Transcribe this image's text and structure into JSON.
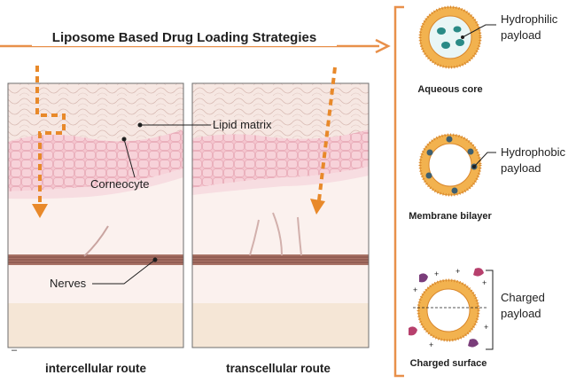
{
  "title": "Liposome Based Drug Loading Strategies",
  "panels": {
    "left_caption": "intercellular route",
    "right_caption": "transcellular route",
    "scale_mark": "–"
  },
  "skin_labels": {
    "lipid_matrix": "Lipid matrix",
    "corneocyte": "Corneocyte",
    "nerves": "Nerves"
  },
  "liposomes": [
    {
      "label": "Aqueous core",
      "payload_line1": "Hydrophilic",
      "payload_line2": "payload"
    },
    {
      "label": "Membrane bilayer",
      "payload_line1": "Hydrophobic",
      "payload_line2": "payload"
    },
    {
      "label": "Charged surface",
      "payload_line1": "Charged",
      "payload_line2": "payload"
    }
  ],
  "colors": {
    "accent_orange": "#e8904a",
    "arrow_orange": "#e8892a",
    "membrane": "#f2b24f",
    "core": "#e9f6f6",
    "hydrophilic_payload": "#2a8a86",
    "hydrophobic_payload": "#3e5f70",
    "charged_payload_purple": "#7a3d7a",
    "charged_payload_magenta": "#b7406d",
    "skin_pink": "#f3cad3",
    "skin_light": "#f4e6e3",
    "dermis": "#fbf1ee",
    "hypodermis": "#f5e6d6",
    "nerve": "#8b5a52"
  }
}
